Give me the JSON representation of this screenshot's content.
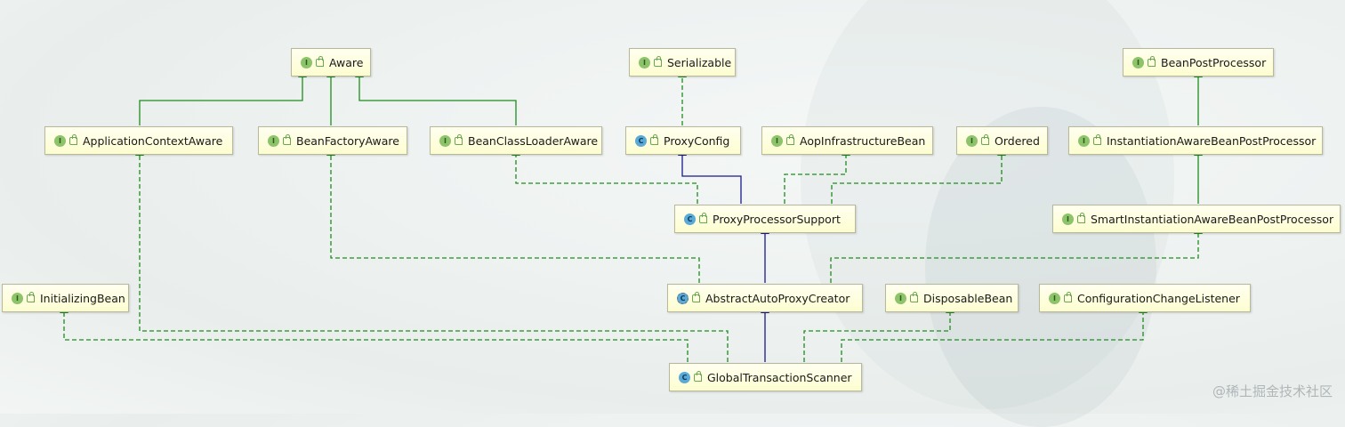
{
  "nodes": {
    "aware": {
      "label": "Aware",
      "kind": "I"
    },
    "serializable": {
      "label": "Serializable",
      "kind": "I"
    },
    "bean_post_processor": {
      "label": "BeanPostProcessor",
      "kind": "I"
    },
    "application_context_aware": {
      "label": "ApplicationContextAware",
      "kind": "I"
    },
    "bean_factory_aware": {
      "label": "BeanFactoryAware",
      "kind": "I"
    },
    "bean_class_loader_aware": {
      "label": "BeanClassLoaderAware",
      "kind": "I"
    },
    "proxy_config": {
      "label": "ProxyConfig",
      "kind": "C"
    },
    "aop_infrastructure_bean": {
      "label": "AopInfrastructureBean",
      "kind": "I"
    },
    "ordered": {
      "label": "Ordered",
      "kind": "I"
    },
    "instantiation_aware_bpp": {
      "label": "InstantiationAwareBeanPostProcessor",
      "kind": "I"
    },
    "proxy_processor_support": {
      "label": "ProxyProcessorSupport",
      "kind": "C"
    },
    "smart_instantiation_aware_bpp": {
      "label": "SmartInstantiationAwareBeanPostProcessor",
      "kind": "I"
    },
    "initializing_bean": {
      "label": "InitializingBean",
      "kind": "I"
    },
    "abstract_auto_proxy_creator": {
      "label": "AbstractAutoProxyCreator",
      "kind": "C"
    },
    "disposable_bean": {
      "label": "DisposableBean",
      "kind": "I"
    },
    "configuration_change_listener": {
      "label": "ConfigurationChangeListener",
      "kind": "I"
    },
    "global_transaction_scanner": {
      "label": "GlobalTransactionScanner",
      "kind": "C"
    }
  },
  "colors": {
    "extends_interface": "#1e8c1e",
    "implements": "#1e8c1e",
    "extends_class": "#1a1a8c"
  },
  "watermark": "@稀土掘金技术社区"
}
